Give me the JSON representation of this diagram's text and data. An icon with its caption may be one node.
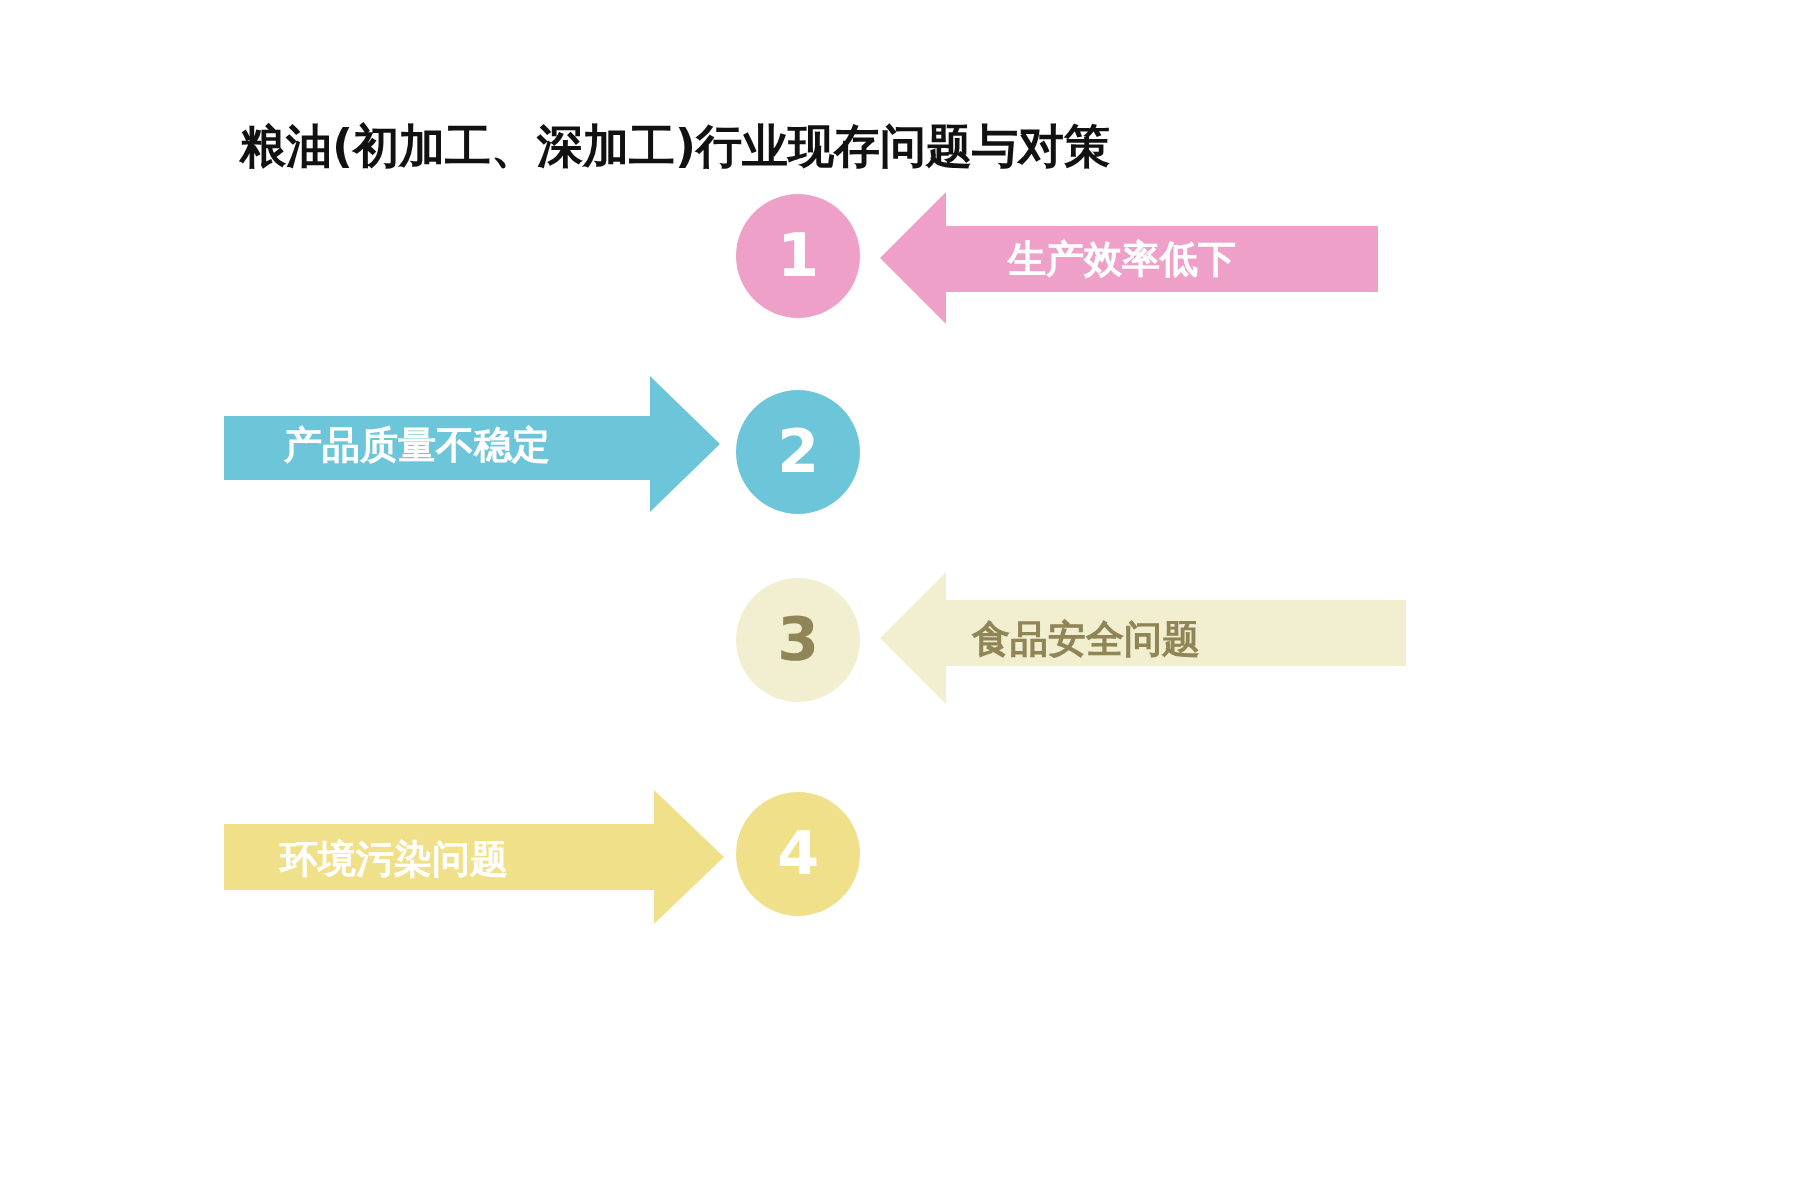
{
  "diagram": {
    "title": "粮油(初加工、深加工)行业现存问题与对策",
    "nodes": [
      {
        "text": [
          "1"
        ]
      },
      {
        "text": [
          "生产效率低下"
        ]
      },
      {
        "text": [
          "产品质量不稳定"
        ]
      },
      {
        "text": [
          "2"
        ]
      },
      {
        "text": [
          "3"
        ]
      },
      {
        "text": [
          "食品安全问题"
        ]
      },
      {
        "text": [
          "环境污染问题"
        ]
      },
      {
        "text": [
          "4"
        ]
      }
    ]
  }
}
